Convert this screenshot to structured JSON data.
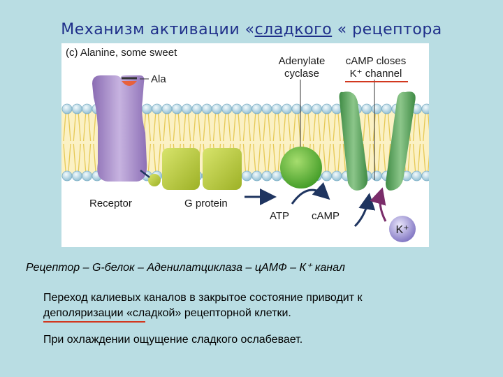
{
  "title": {
    "prefix": "Механизм активации «",
    "highlight": "сладкого",
    "suffix": " « рецептора"
  },
  "figure": {
    "panel_label": "(c) Alanine, some sweet",
    "ala_label": "Ala",
    "adenylate_line1": "Adenylate",
    "adenylate_line2": "cyclase",
    "camp_closes_line1": "cAMP closes",
    "camp_closes_line2": "K⁺ channel",
    "receptor_label": "Receptor",
    "gprotein_label": "G protein",
    "atp_label": "ATP",
    "camp_label": "cAMP",
    "k_ion_label": "K⁺",
    "colors": {
      "receptor": "#a88bc9",
      "g_protein": "#b5c93a",
      "cyclase": "#6dbd3a",
      "channel": "#5b9e58",
      "k_ion": "#8e84c8",
      "arrow": "#1f3560",
      "k_arrow": "#7a2d6a",
      "lipid_head": "#a9d3e3",
      "membrane_tail": "#f2dc7e",
      "ala": "#e8613c",
      "accent_line": "#d2381f"
    }
  },
  "chain_text": "Рецептор – G-белок – Аденилатциклаза – цАМФ – К⁺ канал",
  "paragraph1_line1": "Переход калиевых каналов в закрытое состояние приводит к",
  "paragraph1_line2": "деполяризации «сладкой» рецепторной клетки.",
  "paragraph2": "При охлаждении ощущение сладкого ослабевает."
}
